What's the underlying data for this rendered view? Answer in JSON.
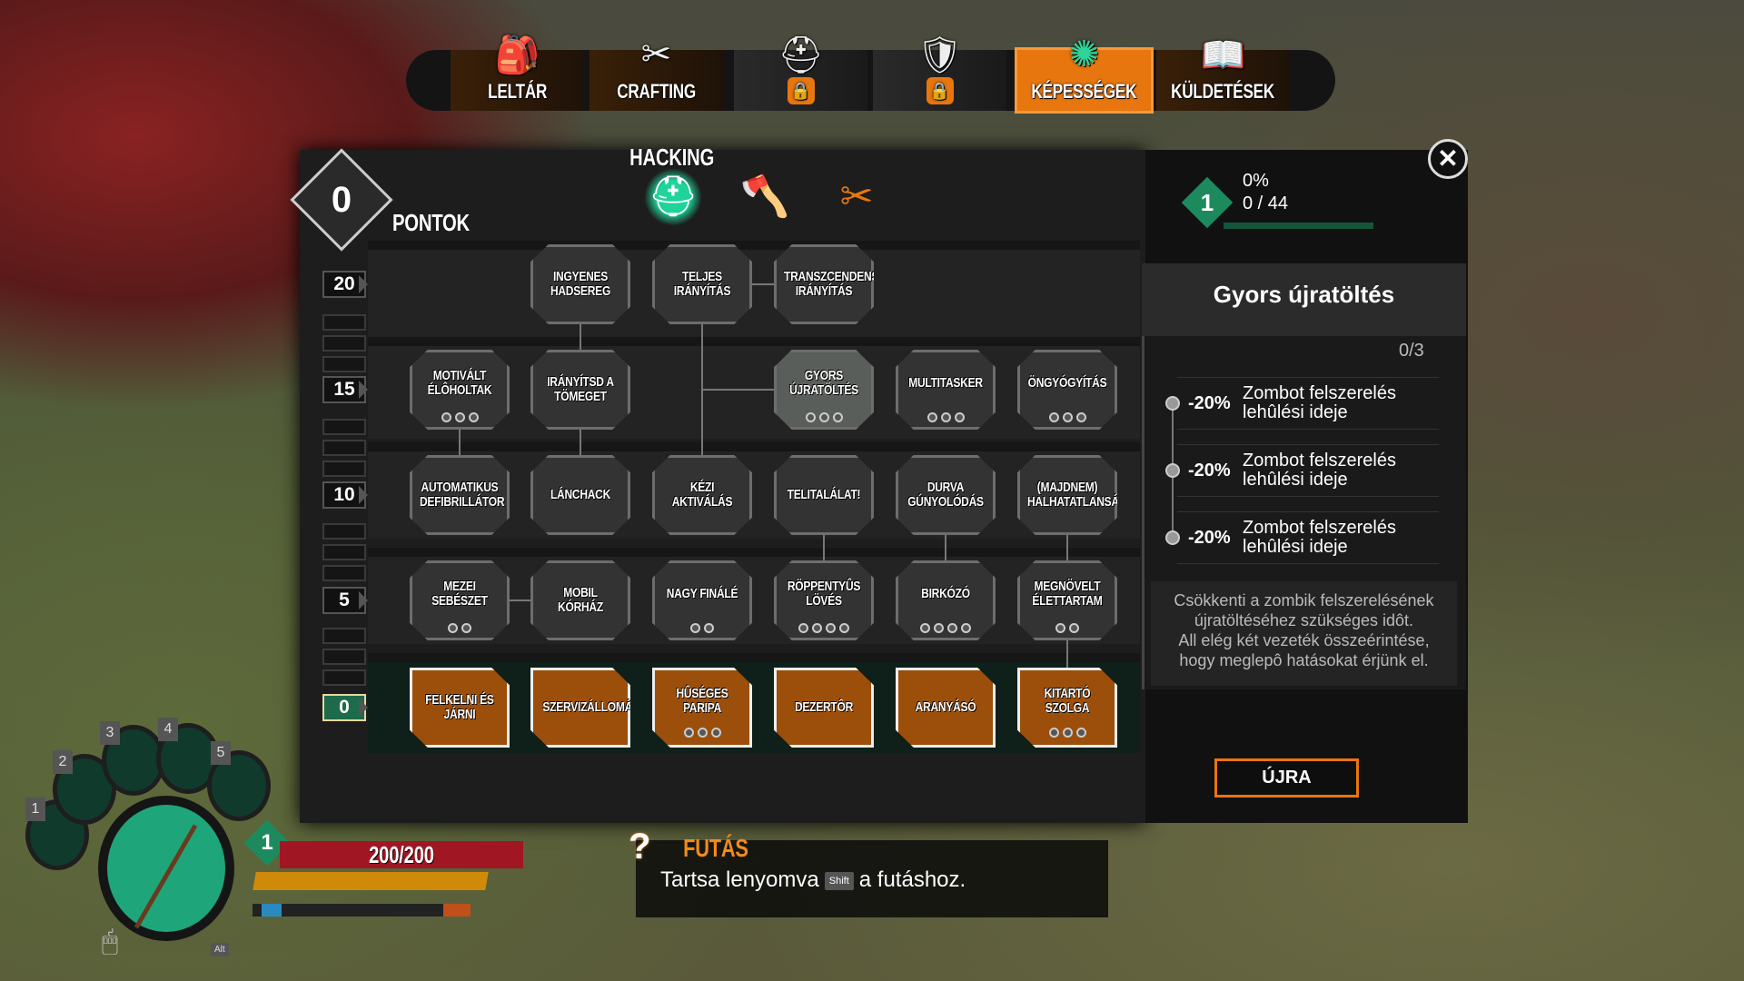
{
  "nav": {
    "tabs": [
      {
        "label": "LELTÁR",
        "icon": "backpack-icon",
        "state": "normal"
      },
      {
        "label": "CRAFTING",
        "icon": "scissors-icon",
        "state": "normal"
      },
      {
        "label": "",
        "icon": "zombie-helmet-icon",
        "state": "locked"
      },
      {
        "label": "",
        "icon": "armor-icon",
        "state": "locked"
      },
      {
        "label": "KÉPESSÉGEK",
        "icon": "skill-tree-icon",
        "state": "active"
      },
      {
        "label": "KÜLDETÉSEK",
        "icon": "book-icon",
        "state": "normal"
      }
    ]
  },
  "points": {
    "value": "0",
    "label": "PONTOK"
  },
  "category": {
    "active": "HACKING",
    "icons": [
      "hacking-helmet-icon",
      "axe-icon",
      "multitool-icon"
    ]
  },
  "levels": [
    "20",
    "15",
    "10",
    "5",
    "0"
  ],
  "tiers": [
    {
      "level": "20",
      "nodes": [
        {
          "label": ""
        },
        {
          "label": "Ingyenes hadsereg",
          "ranks": 0
        },
        {
          "label": "Teljes irányítás",
          "ranks": 0
        },
        {
          "label": "Transzcendens irányítás",
          "ranks": 0
        },
        {
          "label": ""
        },
        {
          "label": ""
        }
      ]
    },
    {
      "level": "15",
      "nodes": [
        {
          "label": "Motivált élôholtak",
          "ranks": 3
        },
        {
          "label": "Irányítsd a tömeget",
          "ranks": 0
        },
        {
          "label": ""
        },
        {
          "label": "Gyors újratöltés",
          "ranks": 3,
          "selected": true
        },
        {
          "label": "Multitasker",
          "ranks": 3
        },
        {
          "label": "Öngyógyítás",
          "ranks": 3
        }
      ]
    },
    {
      "level": "10",
      "nodes": [
        {
          "label": "Automatikus defibrillátor",
          "ranks": 0
        },
        {
          "label": "Lánchack",
          "ranks": 0
        },
        {
          "label": "Kézi aktiválás",
          "ranks": 0
        },
        {
          "label": "Telitalálat!",
          "ranks": 0
        },
        {
          "label": "Durva gúnyolódás",
          "ranks": 0
        },
        {
          "label": "(Majdnem) halhatatlanság",
          "ranks": 0
        }
      ]
    },
    {
      "level": "5",
      "nodes": [
        {
          "label": "Mezei sebészet",
          "ranks": 2
        },
        {
          "label": "Mobil kórház",
          "ranks": 0
        },
        {
          "label": "Nagy finálé",
          "ranks": 2
        },
        {
          "label": "Röppentyûs lövés",
          "ranks": 4
        },
        {
          "label": "Birkózó",
          "ranks": 4
        },
        {
          "label": "Megnövelt élettartam",
          "ranks": 2
        }
      ]
    },
    {
      "level": "0",
      "unlocked": true,
      "nodes": [
        {
          "label": "Felkelni és járni",
          "ranks": 0
        },
        {
          "label": "Szervizállomás",
          "ranks": 0
        },
        {
          "label": "Hûséges paripa",
          "ranks": 3
        },
        {
          "label": "Dezertôr",
          "ranks": 0
        },
        {
          "label": "Aranyásó",
          "ranks": 0
        },
        {
          "label": "Kitartó szolga",
          "ranks": 3
        }
      ]
    }
  ],
  "progress": {
    "level": "1",
    "percent_label": "0%",
    "count_label": "0 / 44",
    "fraction": 0
  },
  "detail": {
    "title": "Gyors újratöltés",
    "rank": "0/3",
    "perks": [
      {
        "value": "-20%",
        "text1": "Zombot felszerelés",
        "text2": "lehûlési ideje"
      },
      {
        "value": "-20%",
        "text1": "Zombot felszerelés",
        "text2": "lehûlési ideje"
      },
      {
        "value": "-20%",
        "text1": "Zombot felszerelés",
        "text2": "lehûlési ideje"
      }
    ],
    "description": [
      "Csökkenti a zombik felszerelésének",
      "újratöltéséhez szükséges idôt.",
      "All elég két vezeték összeérintése,",
      "hogy meglepô hatásokat érjünk el."
    ],
    "reset_label": "ÚJRA"
  },
  "close_label": "✕",
  "hud": {
    "level": "1",
    "health": "200/200",
    "slots": [
      "1",
      "2",
      "3",
      "4",
      "5"
    ],
    "alt_key": "Alt"
  },
  "hint": {
    "title": "FUTÁS",
    "text_before": "Tartsa lenyomva",
    "key": "Shift",
    "text_after": "a futáshoz."
  },
  "colors": {
    "accent": "#e8760f",
    "green": "#1d8a5e",
    "health": "#a01622"
  }
}
